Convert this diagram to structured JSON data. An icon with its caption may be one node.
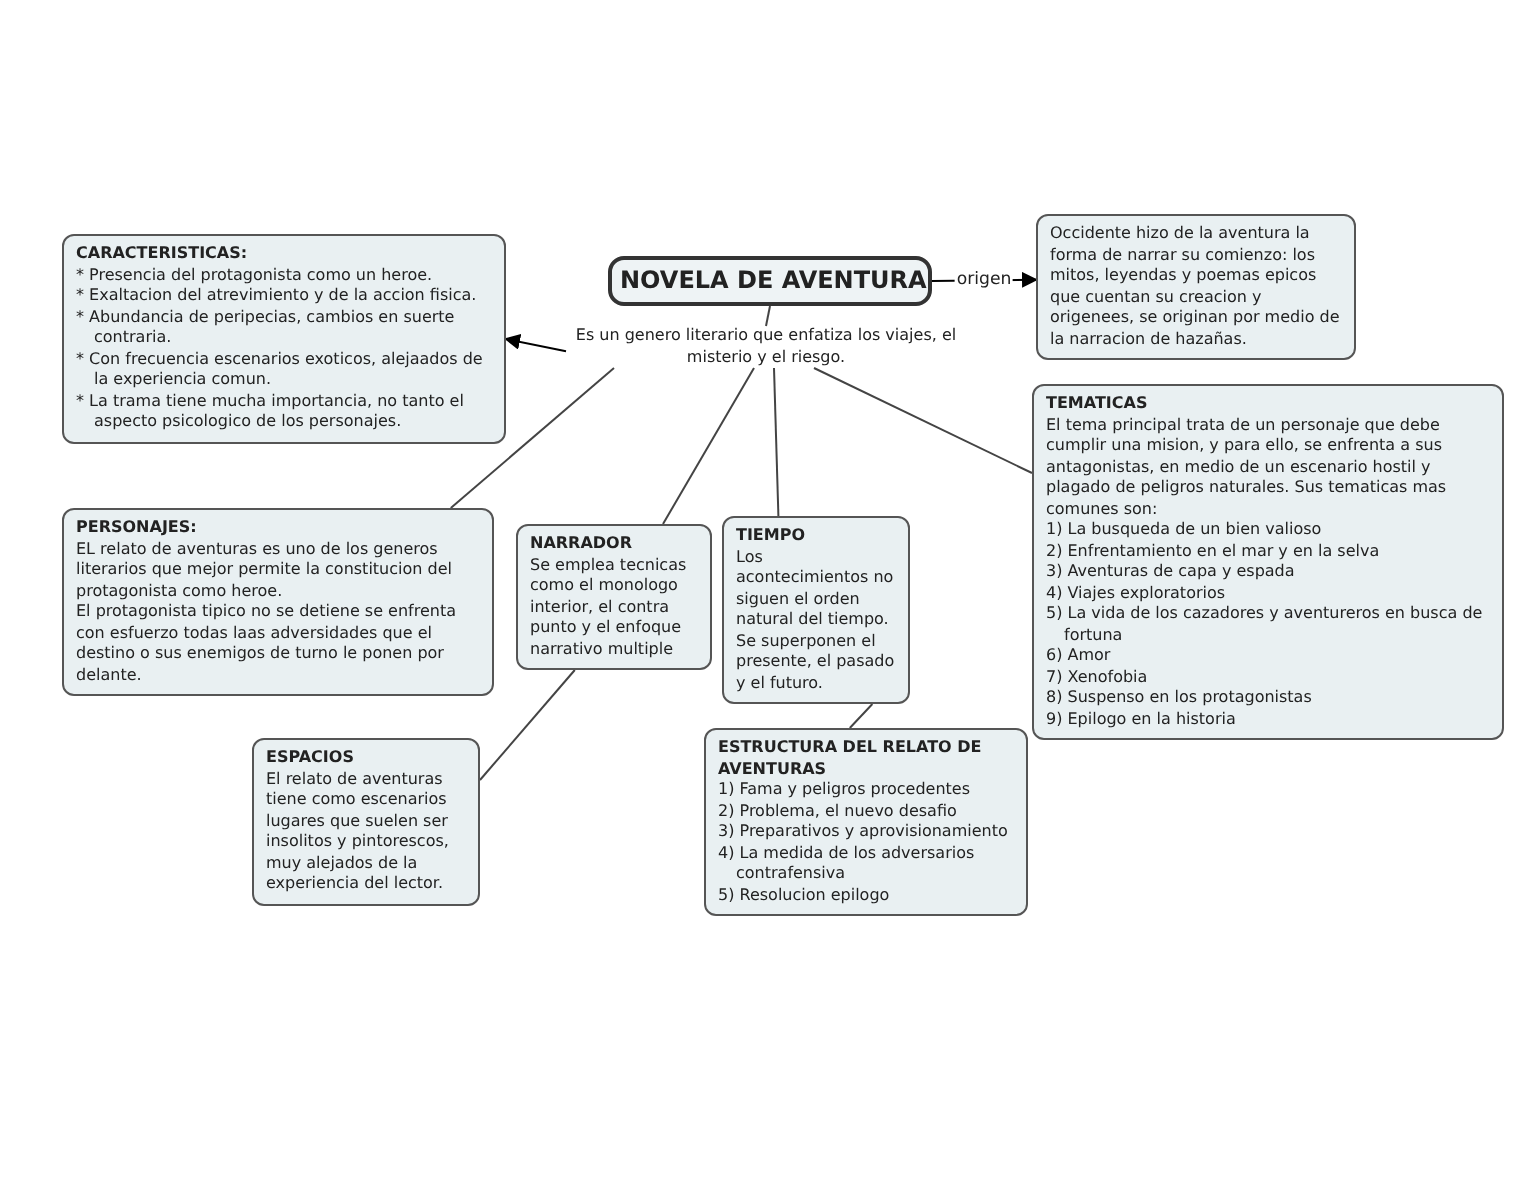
{
  "diagram": {
    "nodes": [
      {
        "text": [
          "NOVELA DE AVENTURA"
        ]
      },
      {
        "text": [
          "Es un genero literario que enfatiza los viajes, el misterio y el riesgo."
        ]
      },
      {
        "text": [
          "Occidente hizo de la aventura la forma de narrar su comienzo: los mitos, leyendas y poemas epicos que cuentan su creacion y origenees, se originan por medio de la narracion de hazañas."
        ]
      },
      {
        "text": [
          "CARACTERISTICAS:",
          "* Presencia del protagonista como un heroe.",
          "* Exaltacion del atrevimiento y de la accion fisica.",
          "* Abundancia de peripecias, cambios en suerte contraria.",
          "* Con frecuencia escenarios exoticos, alejaados de la experiencia comun.",
          "* La trama tiene mucha importancia, no tanto el aspecto psicologico de los personajes."
        ]
      },
      {
        "text": [
          "TEMATICAS",
          "El tema principal trata de un personaje que debe cumplir una mision, y para ello, se enfrenta a sus antagonistas, en medio de un escenario hostil y plagado de peligros naturales. Sus tematicas mas comunes son:",
          "1) La busqueda de un bien valioso",
          "2) Enfrentamiento en el mar y en la selva",
          "3) Aventuras de capa y espada",
          "4) Viajes exploratorios",
          "5) La vida de los cazadores y aventureros en busca de fortuna",
          "6) Amor",
          "7) Xenofobia",
          "8) Suspenso en los protagonistas",
          "9) Epilogo en la historia"
        ]
      },
      {
        "text": [
          "PERSONAJES:",
          "EL relato de aventuras es uno de los generos literarios que mejor permite la constitucion del protagonista como heroe.",
          "El protagonista tipico no se detiene se enfrenta con esfuerzo todas laas adversidades que el destino o sus enemigos de turno le ponen por delante."
        ]
      },
      {
        "text": [
          "NARRADOR",
          "Se emplea tecnicas como el monologo interior, el contra punto y el enfoque narrativo multiple"
        ]
      },
      {
        "text": [
          "TIEMPO",
          "Los acontecimientos no siguen el orden natural del tiempo. Se superponen el presente, el pasado y el futuro."
        ]
      },
      {
        "text": [
          "ESPACIOS",
          "El relato de aventuras tiene como escenarios lugares que suelen ser insolitos y pintorescos, muy alejados de la experiencia del lector."
        ]
      },
      {
        "text": [
          "ESTRUCTURA DEL RELATO DE AVENTURAS",
          "1) Fama y peligros procedentes",
          "2) Problema, el nuevo desafio",
          "3) Preparativos y aprovisionamiento",
          "4) La medida de los adversarios contrafensiva",
          "5) Resolucion epilogo"
        ]
      }
    ],
    "edges": [
      {
        "from": 0,
        "to": 2,
        "arrow": "to",
        "label": "origen"
      },
      {
        "from": 0,
        "to": 1,
        "arrow": "none"
      },
      {
        "from": 1,
        "to": 3,
        "arrow": "to"
      },
      {
        "from": 1,
        "to": 5,
        "arrow": "none"
      },
      {
        "from": 1,
        "to": 6,
        "arrow": "none"
      },
      {
        "from": 1,
        "to": 7,
        "arrow": "none"
      },
      {
        "from": 1,
        "to": 4,
        "arrow": "none"
      },
      {
        "from": 6,
        "to": 8,
        "arrow": "none"
      },
      {
        "from": 7,
        "to": 9,
        "arrow": "none"
      }
    ]
  }
}
